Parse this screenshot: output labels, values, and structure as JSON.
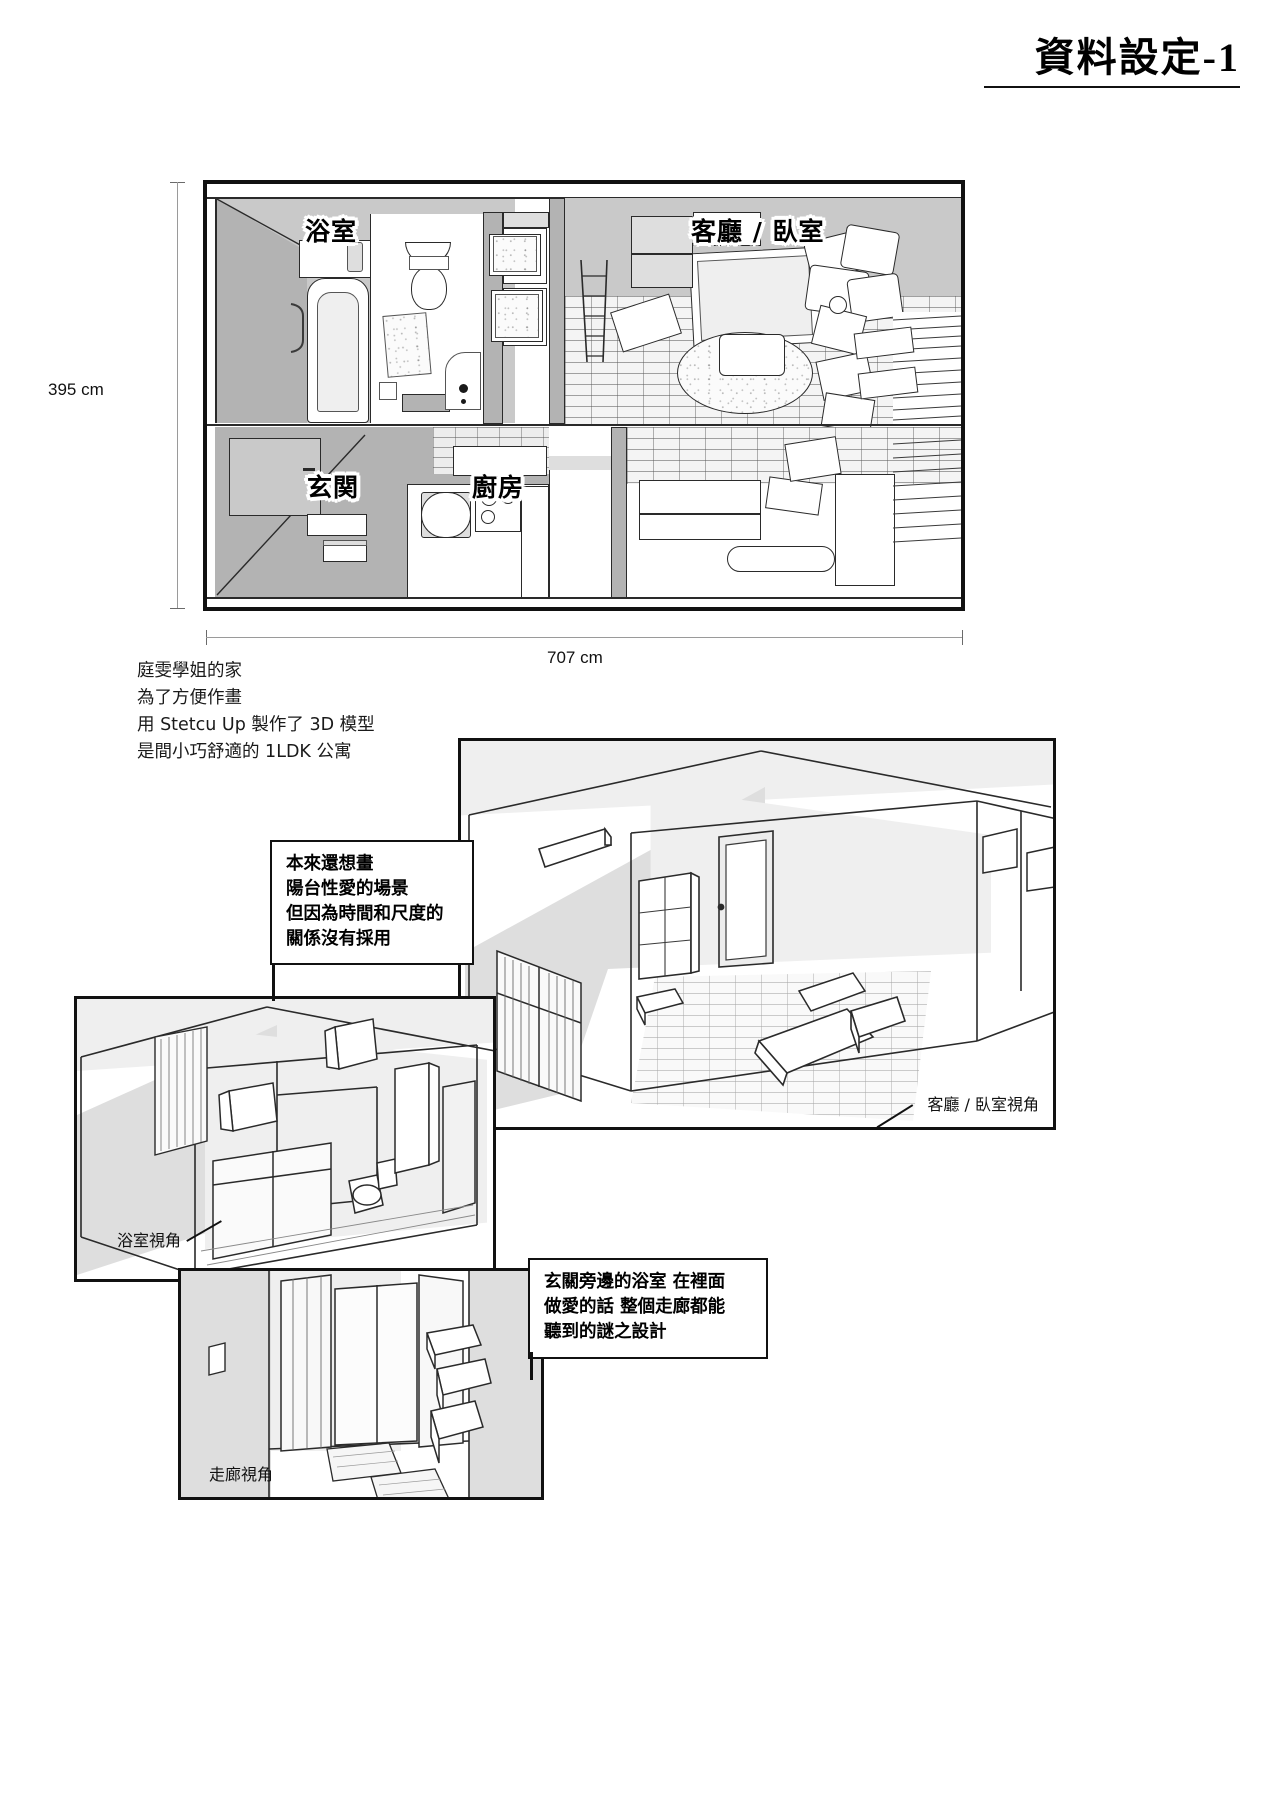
{
  "page": {
    "title": "資料設定-1"
  },
  "floor_plan": {
    "rooms": [
      {
        "id": "bathroom",
        "label": "浴室"
      },
      {
        "id": "living_bed",
        "label": "客廳 / 臥室"
      },
      {
        "id": "entrance",
        "label": "玄関"
      },
      {
        "id": "kitchen",
        "label": "廚房"
      }
    ],
    "dimensions": {
      "height_label": "395 cm",
      "width_label": "707 cm"
    },
    "caption": "庭雯學姐的家\n為了方便作畫\n用 Stetcu Up 製作了 3D 模型\n是間小巧舒適的 1LDK 公寓"
  },
  "notes": {
    "balcony_note": "本來還想畫\n陽台性愛的場景\n但因為時間和尺度的\n關係沒有採用",
    "bathroom_note": "玄關旁邊的浴室  在裡面\n做愛的話  整個走廊都能\n聽到的謎之設計"
  },
  "views": {
    "living_bedroom": {
      "label": "客廳 / 臥室視角"
    },
    "bathroom": {
      "label": "浴室視角"
    },
    "hallway": {
      "label": "走廊視角"
    }
  },
  "colors": {
    "ink": "#111111",
    "wall_dark": "#b3b3b3",
    "wall_mid": "#c9c9c9",
    "wall_light": "#dedede",
    "paper": "#ffffff"
  }
}
